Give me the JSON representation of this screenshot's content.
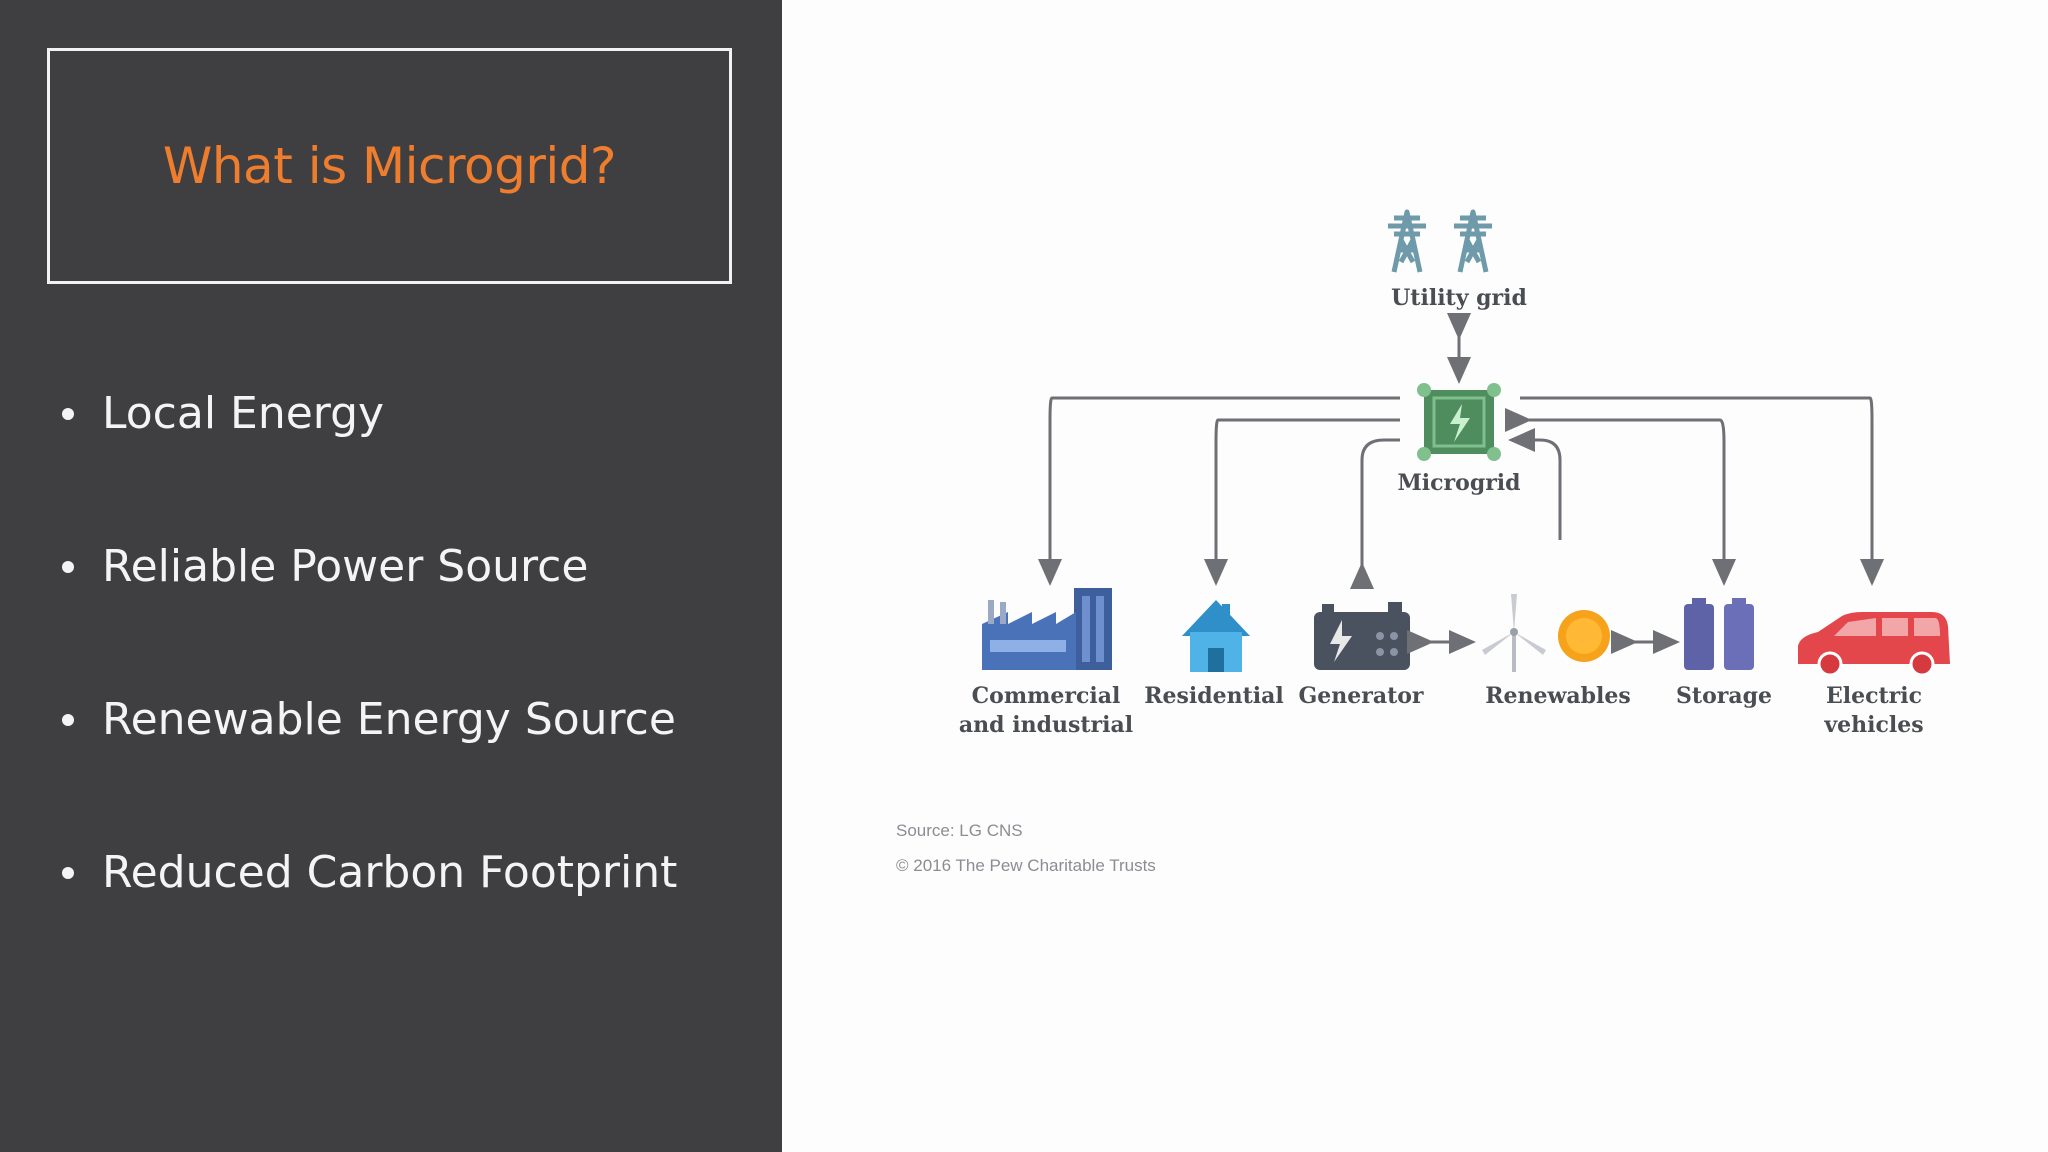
{
  "slide": {
    "title": "What is Microgrid?",
    "bullets": [
      "Local Energy",
      "Reliable Power Source",
      "Renewable Energy Source",
      "Reduced Carbon Footprint"
    ]
  },
  "diagram": {
    "top": {
      "label": "Utility grid",
      "icon": "transmission-tower-icon"
    },
    "center": {
      "label": "Microgrid",
      "icon": "microgrid-box-icon"
    },
    "nodes": [
      {
        "line1": "Commercial",
        "line2": "and industrial",
        "icon": "factory-icon"
      },
      {
        "line1": "Residential",
        "line2": "",
        "icon": "house-icon"
      },
      {
        "line1": "Generator",
        "line2": "",
        "icon": "generator-icon"
      },
      {
        "line1": "Renewables",
        "line2": "",
        "icon": "wind-solar-icon"
      },
      {
        "line1": "Storage",
        "line2": "",
        "icon": "battery-icon"
      },
      {
        "line1": "Electric",
        "line2": "vehicles",
        "icon": "car-icon"
      }
    ],
    "source": "Source: LG CNS",
    "copyright": "© 2016 The Pew Charitable Trusts"
  },
  "colors": {
    "panel": "#3f3f41",
    "title": "#ef7d2e",
    "arrow": "#6e7075",
    "microgrid": "#5a9a6a"
  }
}
